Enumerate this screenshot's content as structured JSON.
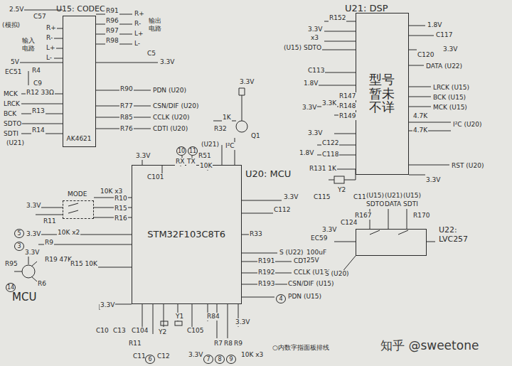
{
  "diagram": {
    "nodes": [
      {
        "text": [
          "U15: CODEC",
          "AK4621"
        ]
      },
      {
        "text": [
          "U21: DSP",
          "型号暂未不详"
        ]
      },
      {
        "text": [
          "U20: MCU",
          "STM32F103C8T6"
        ]
      },
      {
        "text": [
          "U22: LVC257"
        ]
      },
      {
        "text": [
          "MODE"
        ]
      }
    ],
    "labels": [
      "2.5V",
      "(模拟)",
      "C57",
      "输入 电路",
      "R+",
      "R-",
      "L+",
      "L-",
      "5V",
      "EC51",
      "R4",
      "C9",
      "MCK",
      "LRCK",
      "BCK",
      "SDTO",
      "SDTI",
      "(U21)",
      "R12 33Ω",
      "R13",
      "R14",
      "R91",
      "R96",
      "R97",
      "R98",
      "R+",
      "R-",
      "L+",
      "L-",
      "输出 电路",
      "C5",
      "3.3V",
      "R90",
      "R77",
      "R85",
      "R76",
      "PDN (U20)",
      "CSN/DIF (U20)",
      "CCLK (U20)",
      "CDTI (U20)",
      "3.3V",
      "x3",
      "R152",
      "(U15) SDTO",
      "1.8V",
      "C117",
      "3.3V",
      "C120",
      "DATA (U22)",
      "C113",
      "1.8V",
      "3.3V",
      "3.3K",
      "R147",
      "R148",
      "R149",
      "LRCK (U15)",
      "BCK (U15)",
      "MCK (U15)",
      "4.7K",
      "4.7K",
      "I²C (U20)",
      "3.3V",
      "C122",
      "1.8V",
      "C118",
      "R131 1K",
      "Y2",
      "C115",
      "C116",
      "3.3V",
      "RST (U20)",
      "3.3V",
      "C101",
      "RX",
      "TX",
      "R51",
      "10K",
      "(U21)",
      "I²C",
      "1K",
      "R32",
      "Q1",
      "3.3V",
      "10K x3",
      "R10",
      "R15",
      "R16",
      "3.3V",
      "R11",
      "3.3V",
      "10K x2",
      "R9",
      "3.3V",
      "R19 47K",
      "R95",
      "R6",
      "R15 10K",
      "MCU",
      "3.3V",
      "C112",
      "R33",
      "S (U22)",
      "R191",
      "R192",
      "R193",
      "CDTI (U15)",
      "CCLK (U15)",
      "CSN/DIF (U15)",
      "PDN (U15)",
      "3.3V",
      "C10",
      "C13",
      "C104",
      "Y2",
      "Y1",
      "C105",
      "R84",
      "R11",
      "C11",
      "C12",
      "3.3V",
      "R7",
      "R8",
      "R9",
      "10K x3",
      "3.3V",
      "○内数字指面板排线",
      "(U15)",
      "(U21)",
      "(U15)",
      "SDTO",
      "DATA",
      "SDTI",
      "R167",
      "R170",
      "3.3V",
      "C124",
      "EC59",
      "100uF 25V",
      "S (U20)",
      "知乎 @sweetone",
      "10",
      "11",
      "5",
      "3",
      "14",
      "6",
      "7",
      "8",
      "9",
      "4"
    ]
  }
}
